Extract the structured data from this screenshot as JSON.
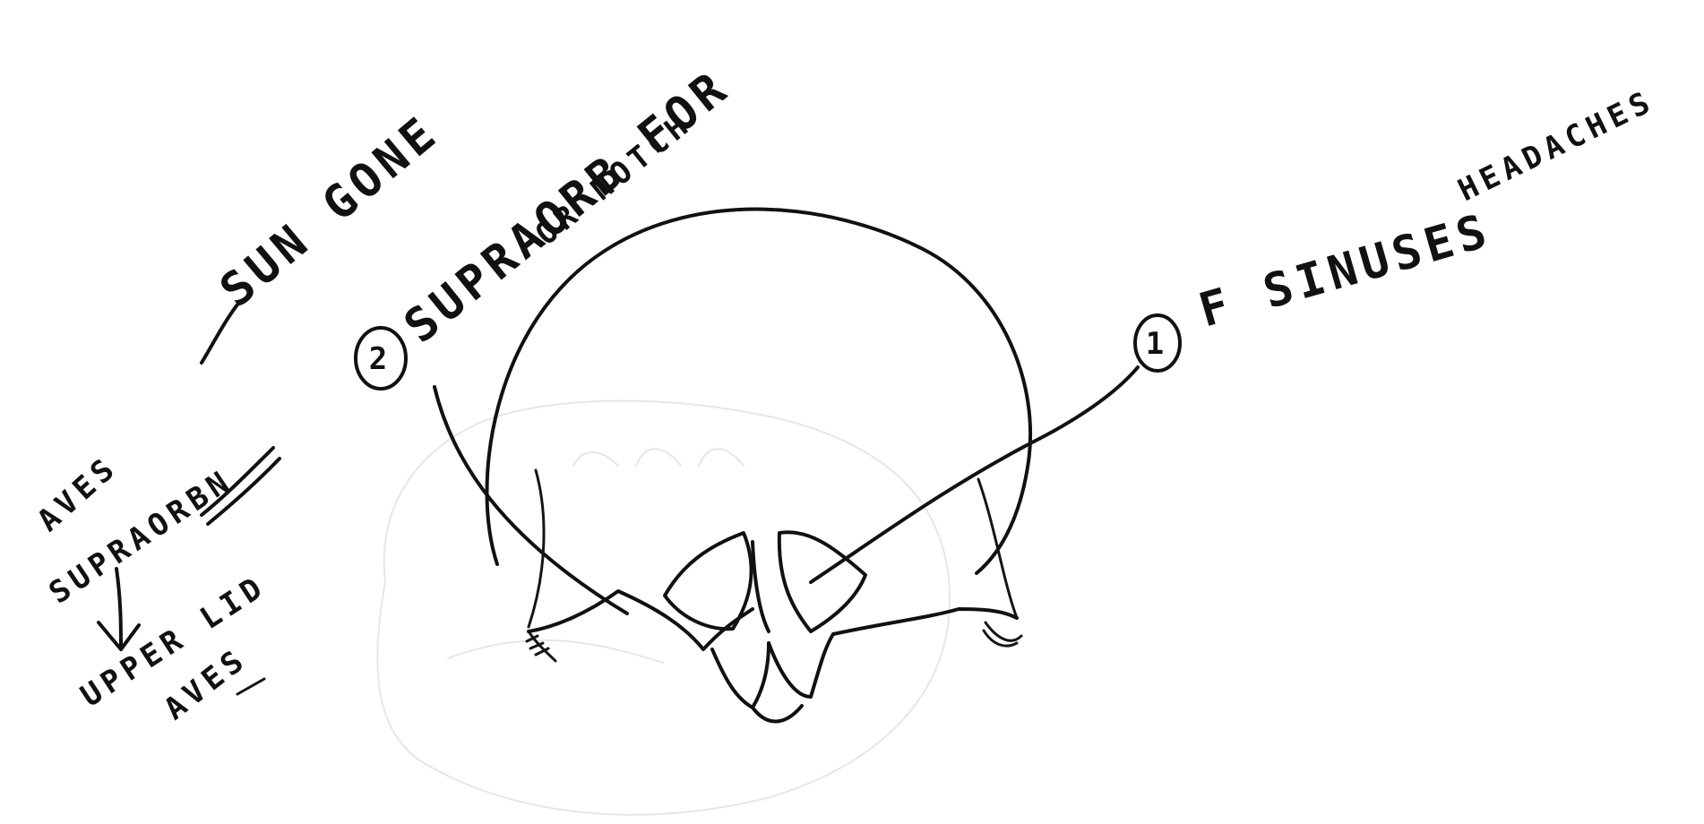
{
  "notes": {
    "sun_gone": "SUN GONE",
    "supraorb_for": "SUPRAORB FOR",
    "or_notch": "OR NOTCH",
    "f_sinuses": "F SINUSES",
    "headaches": "HEADACHES",
    "aves": "AVES",
    "supraorbn": "SUPRAORBN",
    "upper_lid": "UPPER LID",
    "aves_2": "AVES"
  },
  "markers": {
    "two": "2",
    "one": "1"
  },
  "colors": {
    "paper": "#ffffff",
    "ink": "#111111",
    "ghost_sketch": "#d9d9d9"
  },
  "icons": {
    "down_arrow": "down-arrow-icon"
  }
}
